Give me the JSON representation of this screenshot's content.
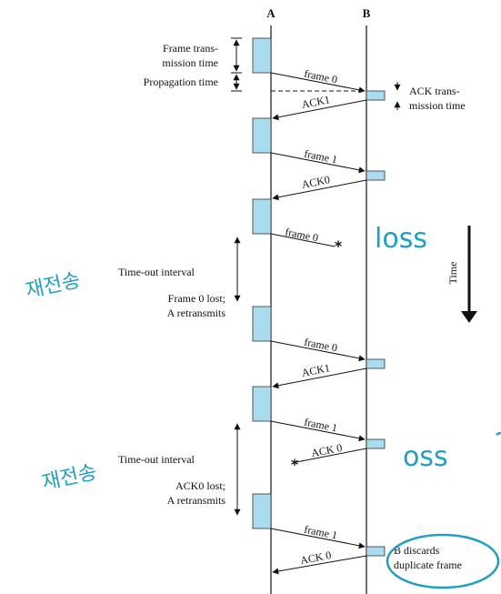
{
  "stations": {
    "a": "A",
    "b": "B"
  },
  "labels": {
    "frame_transmission_1": "Frame trans-",
    "frame_transmission_2": "mission time",
    "propagation": "Propagation time",
    "ack_transmission_1": "ACK trans-",
    "ack_transmission_2": "mission time",
    "timeout1": "Time-out interval",
    "frame0_lost_1": "Frame 0 lost;",
    "frame0_lost_2": "A retransmits",
    "timeout2": "Time-out interval",
    "ack0_lost_1": "ACK0 lost;",
    "ack0_lost_2": "A retransmits",
    "discard_1": "B discards",
    "discard_2": "duplicate frame",
    "time_axis": "Time"
  },
  "messages": {
    "m1": "frame 0",
    "m2": "ACK1",
    "m3": "frame 1",
    "m4": "ACK0",
    "m5": "frame 0",
    "m6": "frame 0",
    "m7": "ACK1",
    "m8": "frame 1",
    "m9": "ACK 0",
    "m10": "frame 1",
    "m11": "ACK 0"
  },
  "handwriting": {
    "loss_1": "loss",
    "retransmit_1": "재전송",
    "retransmit_2": "재전송",
    "loss_2": "oss"
  },
  "colors": {
    "frame_box": "#a8dcee",
    "handwriting": "#1fa0c0",
    "line": "#111111"
  }
}
